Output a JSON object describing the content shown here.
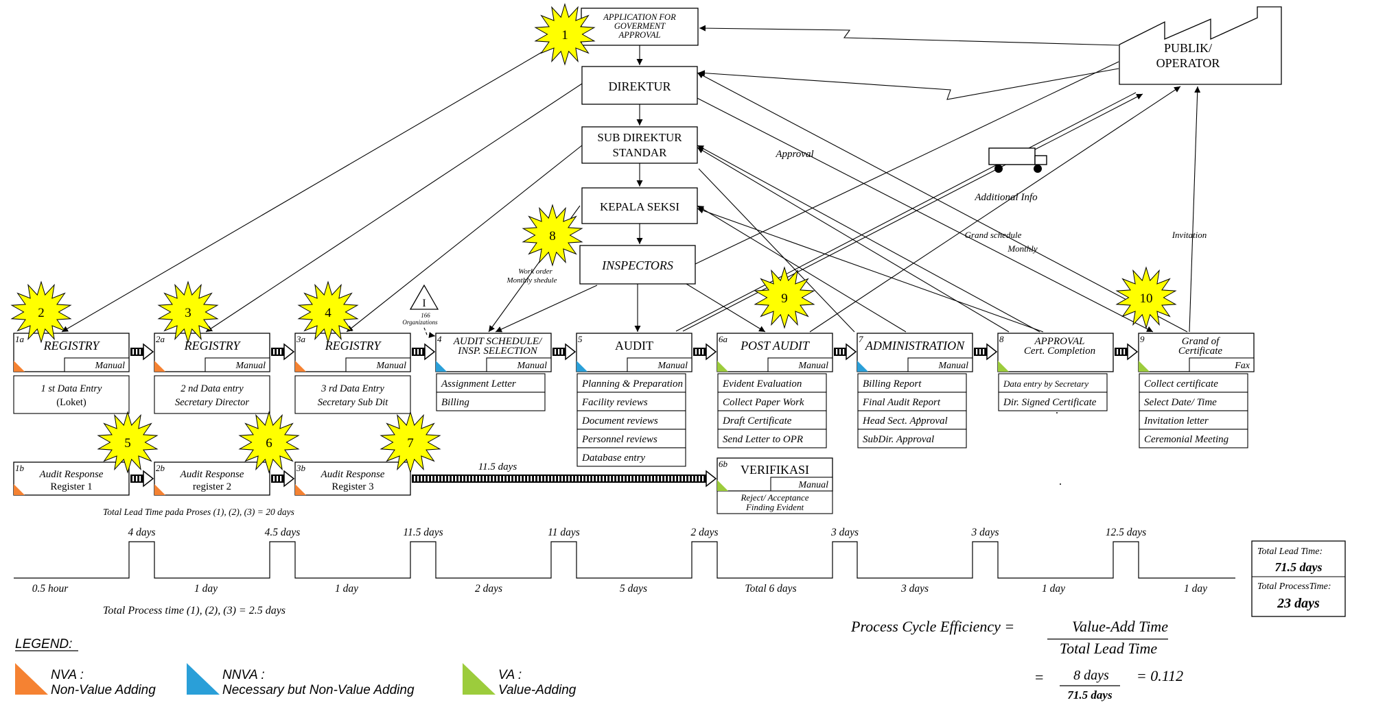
{
  "colors": {
    "nva": "#f58232",
    "nnva": "#2a9fd8",
    "va": "#9ccc3c",
    "burst": "#ffff00",
    "line": "#000000"
  },
  "top": {
    "application": [
      "APPLICATION FOR",
      "GOVERMENT",
      "APPROVAL"
    ],
    "direktur": "DIREKTUR",
    "sub_direktur": [
      "SUB DIREKTUR",
      "STANDAR"
    ],
    "kepala_seksi": "KEPALA SEKSI",
    "inspectors": "INSPECTORS",
    "publik": [
      "PUBLIK/",
      "OPERATOR"
    ]
  },
  "annotations": {
    "approval": "Approval",
    "additional_info": "Additional Info",
    "grand_schedule": [
      "Grand schedule",
      "Monthly"
    ],
    "invitation": "Invitation",
    "work_order": [
      "Work order",
      "Monthly shedule"
    ],
    "inventory_label": "I",
    "inventory_note": [
      "166",
      "Organizations"
    ]
  },
  "bursts": [
    "1",
    "2",
    "3",
    "4",
    "5",
    "6",
    "7",
    "8",
    "9",
    "10"
  ],
  "processes": [
    {
      "id": "1a",
      "title": [
        "REGISTRY"
      ],
      "tag": "Manual",
      "type": "nva",
      "lines": [
        "1 st Data Entry",
        "(Loket)"
      ]
    },
    {
      "id": "2a",
      "title": [
        "REGISTRY"
      ],
      "tag": "Manual",
      "type": "nva",
      "lines": [
        "2 nd Data entry",
        "Secretary Director"
      ]
    },
    {
      "id": "3a",
      "title": [
        "REGISTRY"
      ],
      "tag": "Manual",
      "type": "nva",
      "lines": [
        "3 rd Data Entry",
        "Secretary Sub Dit"
      ]
    },
    {
      "id": "4",
      "title": [
        "AUDIT SCHEDULE/",
        "INSP. SELECTION"
      ],
      "tag": "Manual",
      "type": "nnva",
      "items": [
        "Assignment Letter",
        "Billing"
      ]
    },
    {
      "id": "5",
      "title": [
        "AUDIT"
      ],
      "tag": "Manual",
      "type": "nnva",
      "items": [
        "Planning & Preparation",
        "Facility reviews",
        "Document reviews",
        "Personnel reviews",
        "Database entry"
      ]
    },
    {
      "id": "6a",
      "title": [
        "POST AUDIT"
      ],
      "tag": "Manual",
      "type": "va",
      "items": [
        "Evident Evaluation",
        "Collect Paper Work",
        "Draft Certificate",
        "Send Letter to OPR"
      ]
    },
    {
      "id": "7",
      "title": [
        "ADMINISTRATION"
      ],
      "tag": "Manual",
      "type": "nnva",
      "items": [
        "Billing Report",
        "Final Audit Report",
        "Head Sect. Approval",
        "SubDir. Approval"
      ]
    },
    {
      "id": "8",
      "title": [
        "APPROVAL",
        "Cert. Completion"
      ],
      "tag": "",
      "type": "va",
      "items": [
        "Data entry by Secretary",
        "Dir. Signed Certificate"
      ]
    },
    {
      "id": "9",
      "title": [
        "Grand of",
        "Certificate"
      ],
      "tag": "Fax",
      "type": "va",
      "items": [
        "Collect certificate",
        "Select Date/ Time",
        "Invitation letter",
        "Ceremonial Meeting"
      ]
    }
  ],
  "response_row": [
    {
      "id": "1b",
      "title": [
        "Audit Response",
        "Register 1"
      ],
      "type": "nva"
    },
    {
      "id": "2b",
      "title": [
        "Audit Response",
        "register 2"
      ],
      "type": "nva"
    },
    {
      "id": "3b",
      "title": [
        "Audit Response",
        "Register 3"
      ],
      "type": "nva"
    }
  ],
  "verifikasi": {
    "id": "6b",
    "title": "VERIFIKASI",
    "tag": "Manual",
    "type": "va",
    "lines": [
      "Reject/ Acceptance",
      "Finding Evident"
    ]
  },
  "long_push_label": "11.5 days",
  "lead_time_note": "Total Lead Time  pada Proses (1), (2), (3) = 20 days",
  "timeline": {
    "waits": [
      "4 days",
      "4.5 days",
      "11.5 days",
      "11 days",
      "2 days",
      "3 days",
      "3 days",
      "12.5 days"
    ],
    "process": [
      "0.5 hour",
      "1 day",
      "1 day",
      "2 days",
      "5 days",
      "Total 6 days",
      "3 days",
      "1 day",
      "1 day"
    ],
    "process_note": "Total Process time (1), (2), (3) = 2.5 days"
  },
  "totals": {
    "lead_label": "Total Lead Time:",
    "lead_value": "71.5 days",
    "process_label": "Total ProcessTime:",
    "process_value": "23 days"
  },
  "pce": {
    "lhs": "Process Cycle Efficiency =",
    "numerator": "Value-Add Time",
    "denominator": "Total Lead Time",
    "eq": "=",
    "num2": "8 days",
    "den2": "71.5 days",
    "result": "= 0.112"
  },
  "legend": {
    "title": "LEGEND:",
    "items": [
      {
        "type": "nva",
        "abbr": "NVA :",
        "desc": "Non-Value Adding"
      },
      {
        "type": "nnva",
        "abbr": "NNVA :",
        "desc": "Necessary but Non-Value Adding"
      },
      {
        "type": "va",
        "abbr": "VA :",
        "desc": "Value-Adding"
      }
    ]
  }
}
